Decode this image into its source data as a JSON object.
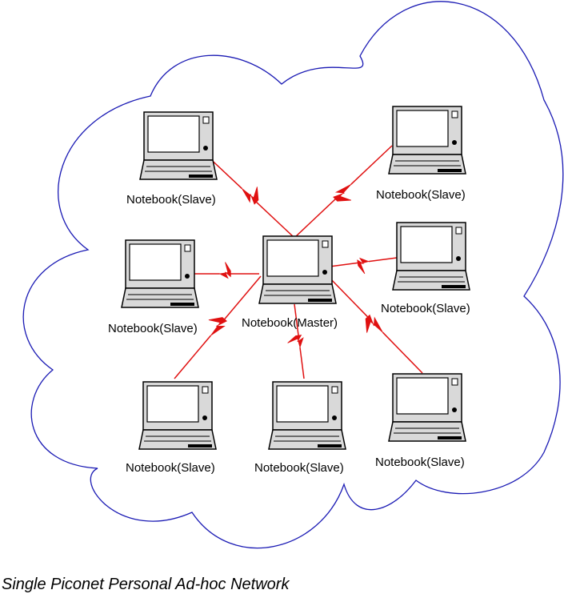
{
  "caption": "Single Piconet Personal Ad-hoc Network",
  "colors": {
    "cloud_outline": "#1a1ab4",
    "wireless_link": "#e01010",
    "laptop_body": "#d9d9d9",
    "laptop_outline": "#000000"
  },
  "nodes": [
    {
      "id": "master",
      "label": "Notebook(Master)",
      "role": "master"
    },
    {
      "id": "slave-1",
      "label": "Notebook(Slave)",
      "role": "slave"
    },
    {
      "id": "slave-2",
      "label": "Notebook(Slave)",
      "role": "slave"
    },
    {
      "id": "slave-3",
      "label": "Notebook(Slave)",
      "role": "slave"
    },
    {
      "id": "slave-4",
      "label": "Notebook(Slave)",
      "role": "slave"
    },
    {
      "id": "slave-5",
      "label": "Notebook(Slave)",
      "role": "slave"
    },
    {
      "id": "slave-6",
      "label": "Notebook(Slave)",
      "role": "slave"
    },
    {
      "id": "slave-7",
      "label": "Notebook(Slave)",
      "role": "slave"
    }
  ],
  "links": [
    {
      "from": "master",
      "to": "slave-1"
    },
    {
      "from": "master",
      "to": "slave-2"
    },
    {
      "from": "master",
      "to": "slave-3"
    },
    {
      "from": "master",
      "to": "slave-4"
    },
    {
      "from": "master",
      "to": "slave-5"
    },
    {
      "from": "master",
      "to": "slave-6"
    },
    {
      "from": "master",
      "to": "slave-7"
    }
  ]
}
